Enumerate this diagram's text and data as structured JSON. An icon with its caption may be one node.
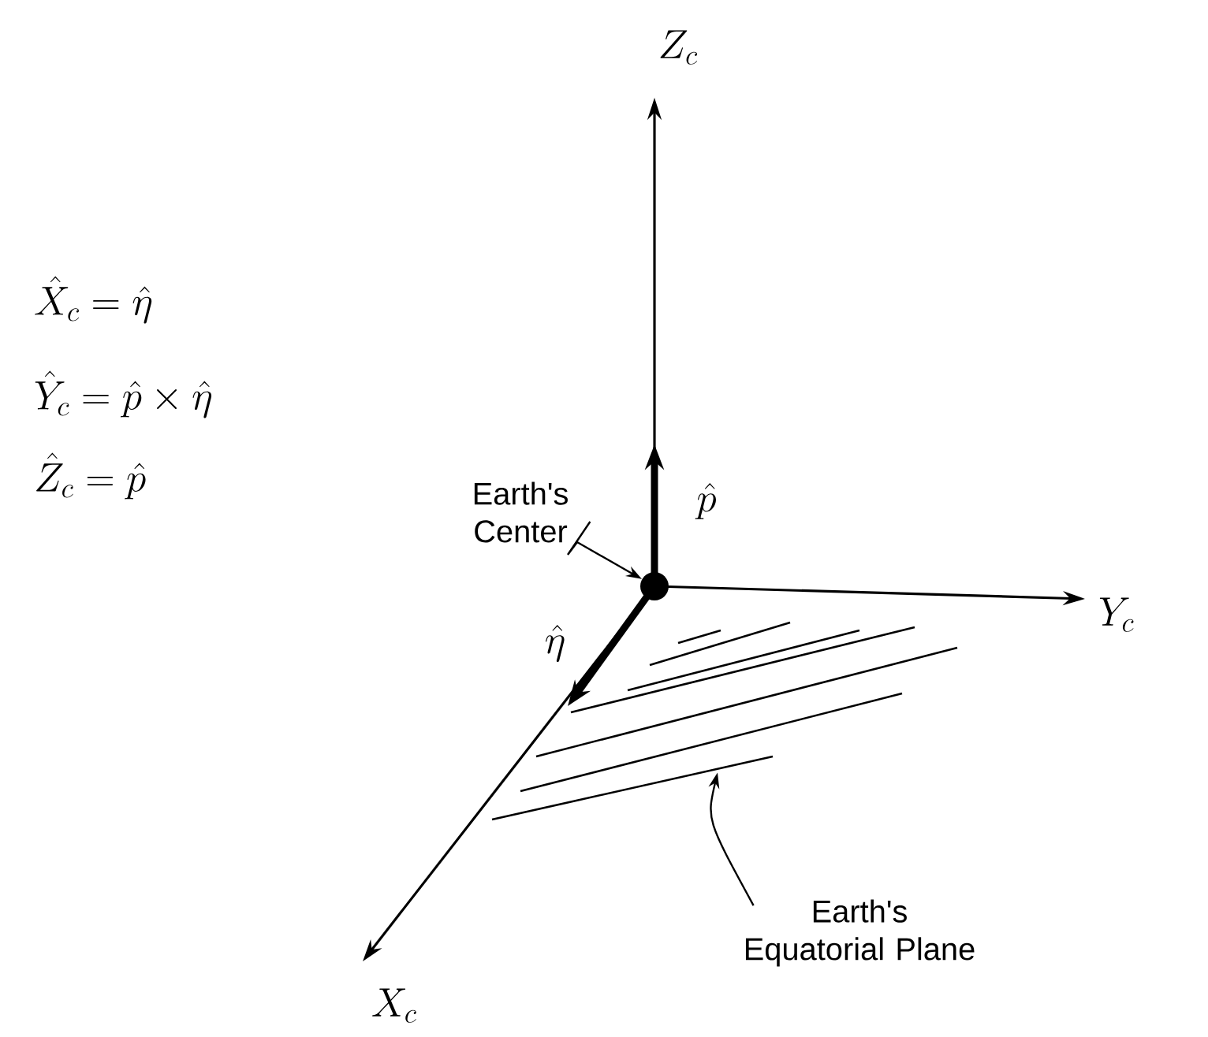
{
  "diagram": {
    "nodes": [
      {
        "text": [
          "Earth's Center"
        ]
      },
      {
        "text": [],
        "shape": "circle"
      },
      {
        "text": [
          "Earth's Equatorial Plane"
        ]
      },
      {
        "text": [],
        "shape": "picture"
      }
    ],
    "edges": [
      {
        "from": 0,
        "to": 1,
        "arrow": "to"
      },
      {
        "from": 2,
        "to": 3,
        "arrow": "to"
      }
    ],
    "labels": [
      "Z_{c}",
      "\\hat{X}_{c} = \\hat{\\eta}",
      "\\hat{Y}_{c} = \\hat{p} \\times \\hat{\\eta}",
      "\\hat{Z}_{c} = \\hat{p}",
      "\\hat{p}",
      "Y_{c}",
      "\\hat{\\eta}",
      "X_{c}"
    ]
  }
}
